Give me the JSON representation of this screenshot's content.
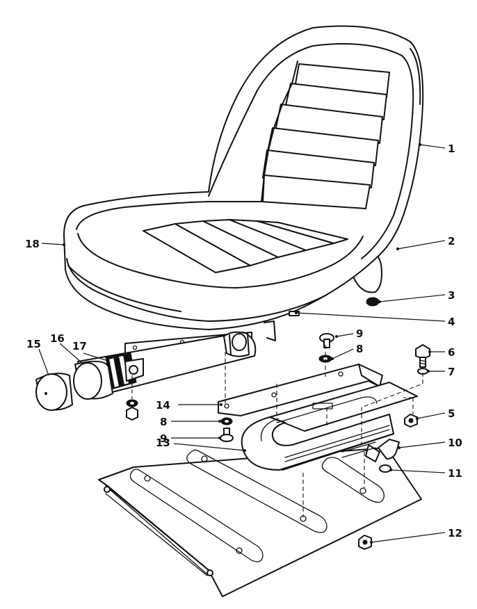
{
  "callouts": [
    {
      "id": "1",
      "label": "1"
    },
    {
      "id": "2",
      "label": "2"
    },
    {
      "id": "3",
      "label": "3"
    },
    {
      "id": "4",
      "label": "4"
    },
    {
      "id": "5",
      "label": "5"
    },
    {
      "id": "6",
      "label": "6"
    },
    {
      "id": "7",
      "label": "7"
    },
    {
      "id": "8a",
      "label": "8"
    },
    {
      "id": "8b",
      "label": "8"
    },
    {
      "id": "9a",
      "label": "9"
    },
    {
      "id": "9b",
      "label": "9"
    },
    {
      "id": "10",
      "label": "10"
    },
    {
      "id": "11",
      "label": "11"
    },
    {
      "id": "12",
      "label": "12"
    },
    {
      "id": "13",
      "label": "13"
    },
    {
      "id": "14",
      "label": "14"
    },
    {
      "id": "15",
      "label": "15"
    },
    {
      "id": "16",
      "label": "16"
    },
    {
      "id": "17",
      "label": "17"
    },
    {
      "id": "18",
      "label": "18"
    }
  ]
}
